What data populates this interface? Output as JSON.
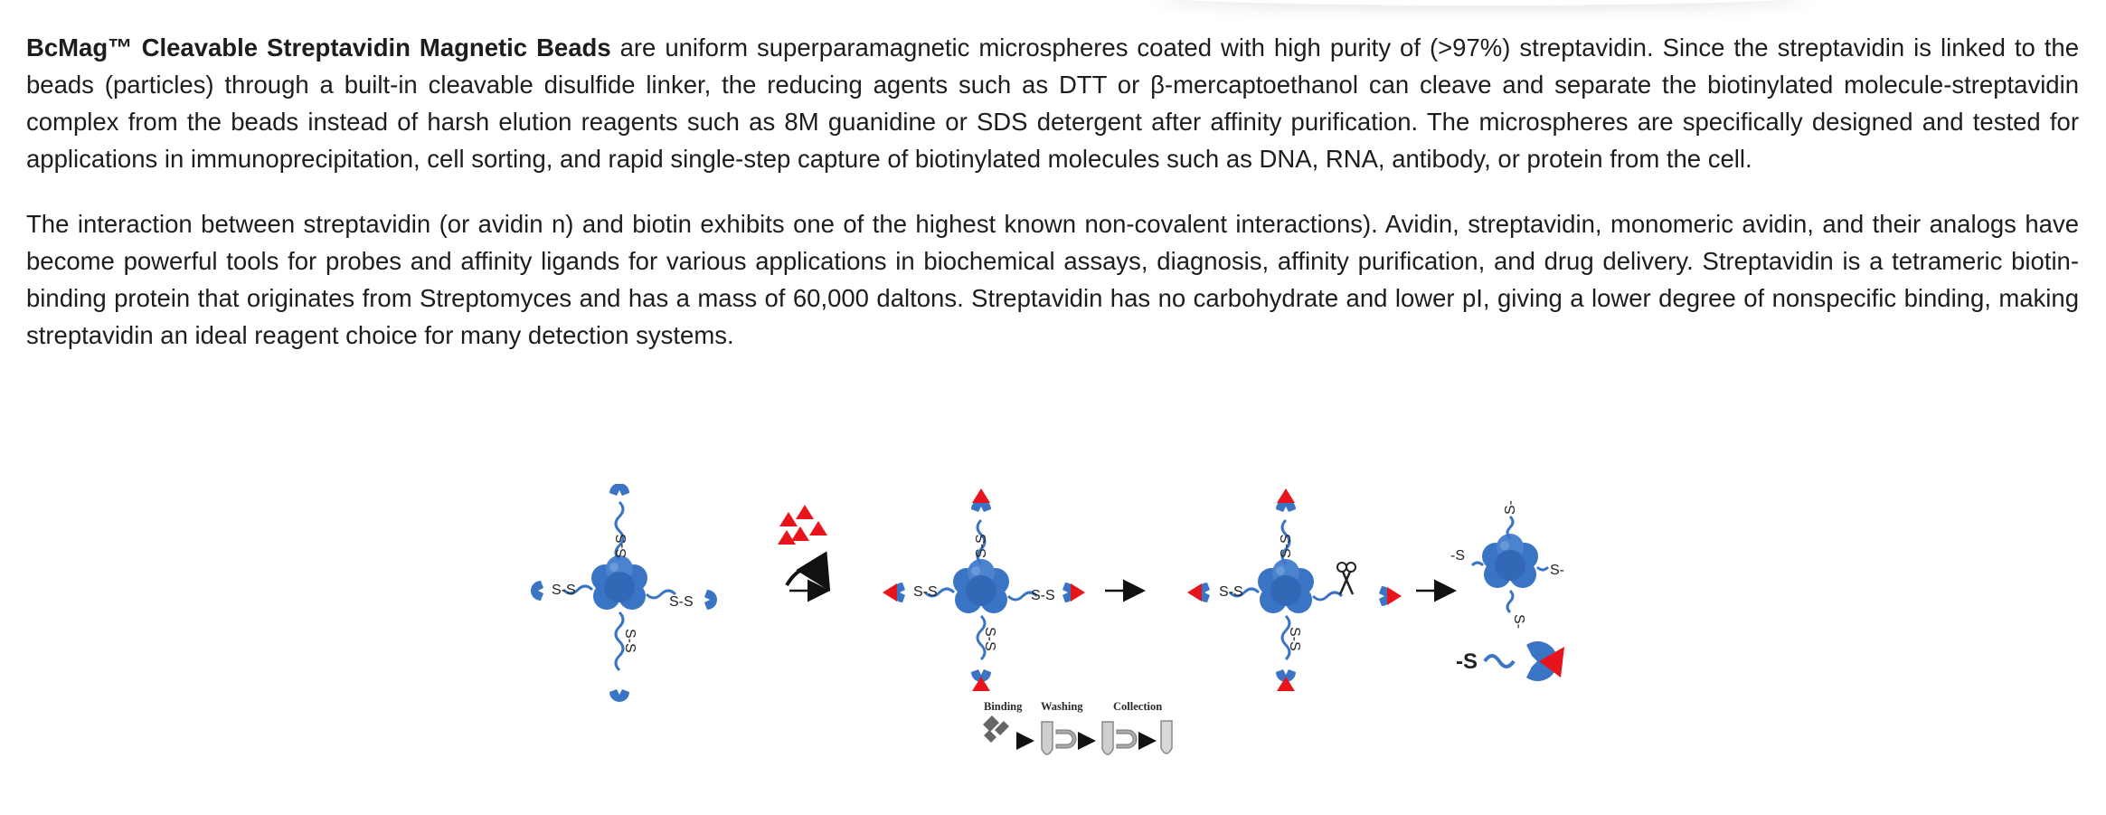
{
  "intro": {
    "product_name": "BcMag™ Cleavable Streptavidin Magnetic Beads",
    "text": " are uniform superparamagnetic microspheres coated with high purity of (>97%) streptavidin. Since the streptavidin is linked to the beads (particles) through a built-in cleavable disulfide linker, the reducing agents such as DTT or β-mercaptoethanol can cleave and separate the biotinylated molecule-streptavidin complex from the beads instead of harsh elution reagents such as 8M guanidine or SDS detergent after affinity purification. The microspheres are specifically designed and tested for applications in immunoprecipitation, cell sorting, and rapid single-step capture of biotinylated molecules such as DNA, RNA, antibody, or protein from the cell."
  },
  "interaction": {
    "text": "The interaction between streptavidin (or avidin n) and biotin exhibits one of the highest known non-covalent interactions). Avidin, streptavidin, monomeric avidin, and their analogs have become powerful tools for probes and affinity ligands for various applications in biochemical assays, diagnosis, affinity purification, and drug delivery. Streptavidin is a tetrameric biotin-binding protein that originates from Streptomyces and has a mass of 60,000 daltons. Streptavidin has no carbohydrate and lower pI, giving a lower degree of nonspecific binding, making streptavidin an ideal reagent choice for many detection systems."
  },
  "figure": {
    "linker_label": "S-S",
    "cleaved_label": "S-",
    "cleaved_label_left": "-S",
    "steps": [
      "Binding",
      "Washing",
      "Collection"
    ],
    "colors": {
      "bead": "#3a74c4",
      "bead_light": "#5b8fd6",
      "biotin": "#e8141b",
      "linker": "#3a74c4"
    },
    "icons": [
      "bead-cluster-icon",
      "biotin-triangle-icon",
      "scissors-icon",
      "magnet-icon",
      "tube-icon",
      "arrow-icon"
    ]
  }
}
